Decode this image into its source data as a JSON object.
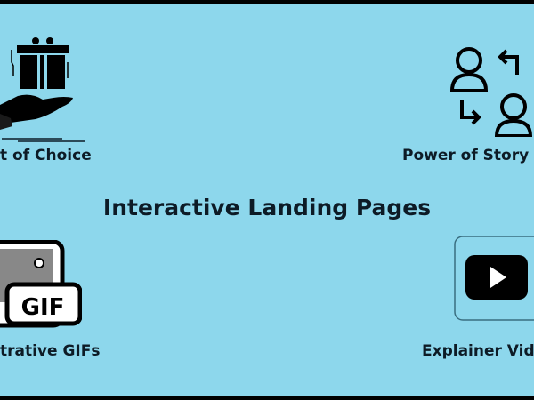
{
  "title": "Interactive Landing Pages",
  "features": [
    {
      "label": "t of Choice",
      "icon": "gift-hand-icon"
    },
    {
      "label": "Power of Story",
      "icon": "users-exchange-icon"
    },
    {
      "label": "trative GIFs",
      "icon": "gif-icon"
    },
    {
      "label": "Explainer Vid",
      "icon": "video-play-icon"
    }
  ],
  "colors": {
    "background": "#8dd7ec",
    "text": "#0d1b26",
    "border": "#000000"
  }
}
